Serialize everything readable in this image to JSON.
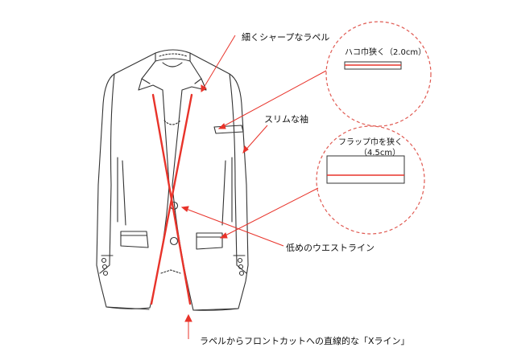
{
  "annotations": {
    "lapel": "細くシャープなラペル",
    "sleeve": "スリムな袖",
    "waist": "低めのウエストライン",
    "xline": "ラペルからフロントカットへの直線的な「Xライン」"
  },
  "callouts": {
    "pocket_flap": "ハコ巾狭く（2.0cm）",
    "flap_width_title": "フラップ巾を狭く",
    "flap_width_value": "（4.5cm）"
  },
  "colors": {
    "accent": "#e8332a",
    "outline": "#333333",
    "dashed": "#e05a52"
  }
}
